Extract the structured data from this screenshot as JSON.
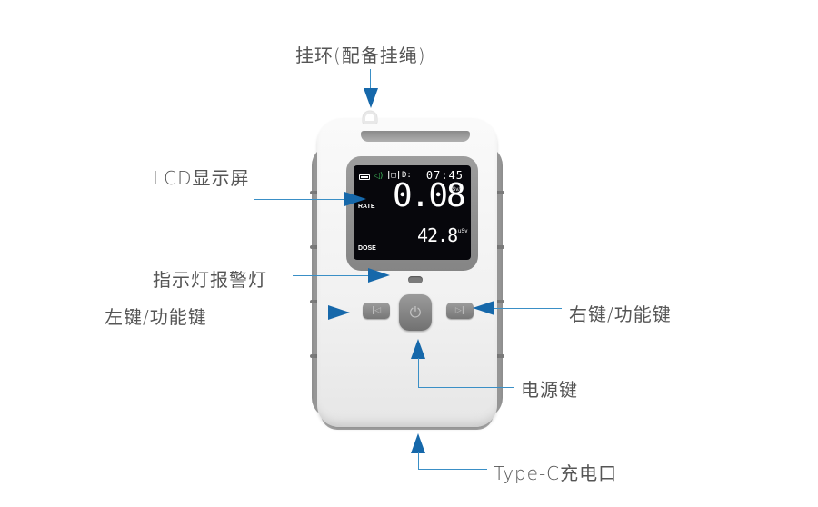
{
  "callouts": {
    "lanyard": "挂环(配备挂绳)",
    "lcd": "LCD显示屏",
    "indicator": "指示灯报警灯",
    "left_key": "左键/功能键",
    "right_key": "右键/功能键",
    "power_key": "电源键",
    "charge_port": "Type-C充电口"
  },
  "lcd": {
    "time": "07:45",
    "rate_label": "RATE",
    "rate_value": "0.08",
    "rate_unit": "uSv/h",
    "dose_label": "DOSE",
    "dose_value": "42.8",
    "dose_unit": "uSv",
    "status_icons": {
      "battery": "battery-icon",
      "speaker": "speaker-icon",
      "speaker_glyph": "◁)",
      "vibrate": "vibrate-icon",
      "vibrate_glyph": "|□|",
      "d_mode": "D:"
    }
  },
  "buttons": {
    "left_glyph": "|◁",
    "right_glyph": "▷|",
    "power_glyph": "⏻"
  },
  "colors": {
    "arrow": "#1668aa",
    "line": "#3a8fc6",
    "label_text": "#555555",
    "device_body": "#f1f1f1",
    "bumper": "#9a9a9a",
    "lcd_bg": "#07070c",
    "speaker_green": "#3fb65a"
  }
}
